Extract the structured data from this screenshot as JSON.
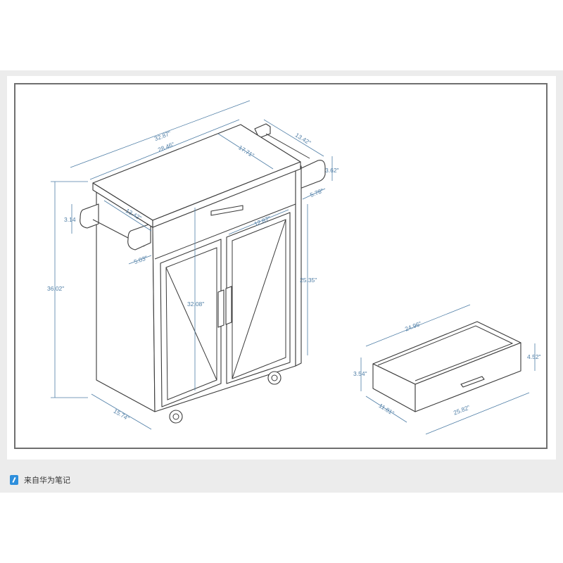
{
  "footer": {
    "icon": "huawei-notes-icon",
    "text": "来自华为笔记"
  },
  "cart_dimensions": {
    "overall_width": "32.87\"",
    "top_width": "28.46\"",
    "top_depth": "17.71\"",
    "right_bar_length": "13.42\"",
    "right_bar_height": "3.62\"",
    "right_bar_offset": "5.78\"",
    "left_bar_length": "13.42\"",
    "left_bar_height": "3.14",
    "left_bar_offset": "5.03\"",
    "overall_height": "36.02\"",
    "inner_height": "32.08\"",
    "door_width": "12.87\"",
    "door_height": "25.35\"",
    "base_depth": "15.74\""
  },
  "drawer_dimensions": {
    "inner_length": "24.96\"",
    "front_height": "4.52\"",
    "side_height": "3.54\"",
    "depth": "11.81\"",
    "front_length": "25.82\""
  },
  "colors": {
    "dimension": "#4f7ea6",
    "line": "#3a3a3a",
    "frame": "#6f6f6f"
  }
}
